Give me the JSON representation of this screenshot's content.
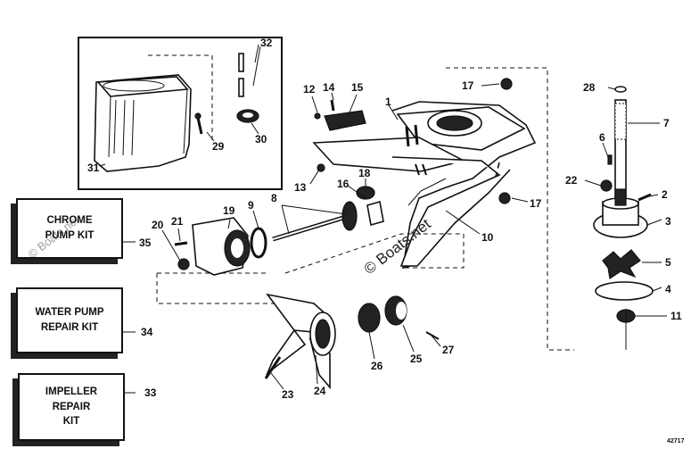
{
  "diagram": {
    "callouts": [
      "1",
      "2",
      "3",
      "4",
      "5",
      "6",
      "7",
      "8",
      "9",
      "10",
      "11",
      "12",
      "13",
      "14",
      "15",
      "16",
      "17",
      "17",
      "18",
      "19",
      "20",
      "21",
      "22",
      "23",
      "24",
      "25",
      "26",
      "27",
      "28",
      "29",
      "30",
      "31",
      "32",
      "33",
      "34",
      "35"
    ],
    "kits": [
      {
        "number": "35",
        "label": "CHROME\nPUMP KIT"
      },
      {
        "number": "34",
        "label": "WATER PUMP\nREPAIR KIT"
      },
      {
        "number": "33",
        "label": "IMPELLER\nREPAIR\nKIT"
      }
    ],
    "watermark": "© Boats.net",
    "diagram_id": "42717"
  }
}
